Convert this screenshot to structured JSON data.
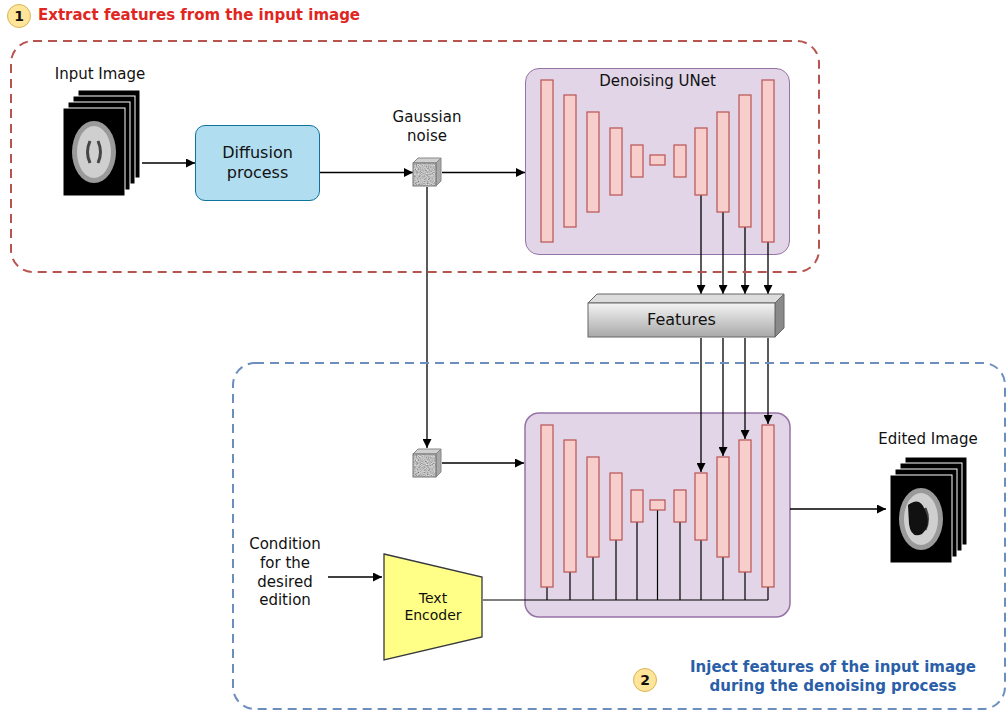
{
  "diagram": {
    "nodes": [
      {
        "text": [
          "Extract features from the input image"
        ]
      },
      {
        "text": [
          "Input Image"
        ],
        "in": 0
      },
      {
        "text": [
          "Diffusion process"
        ],
        "in": 0
      },
      {
        "text": [
          "Gaussian noise"
        ],
        "in": 0
      },
      {
        "text": [
          "Denoising UNet"
        ],
        "in": 0
      },
      {
        "text": [
          "Features"
        ]
      },
      {
        "text": [
          "Inject features of the input image during the denoising process"
        ]
      },
      {
        "text": [
          "Text Encoder"
        ],
        "in": 6
      },
      {
        "text": [
          "Edited Image"
        ],
        "in": 6
      }
    ],
    "edges": [
      {
        "from": 1,
        "to": 2,
        "arrow": "to"
      },
      {
        "from": 2,
        "to": 3,
        "arrow": "to"
      },
      {
        "from": 3,
        "to": 4,
        "arrow": "to"
      },
      {
        "from": 4,
        "to": 5,
        "arrow": "to"
      },
      {
        "from": 4,
        "to": 5,
        "arrow": "to"
      },
      {
        "from": 4,
        "to": 5,
        "arrow": "to"
      },
      {
        "from": 4,
        "to": 5,
        "arrow": "to"
      }
    ],
    "labels": [
      "1",
      "2",
      "Condition for the desired edition"
    ]
  }
}
